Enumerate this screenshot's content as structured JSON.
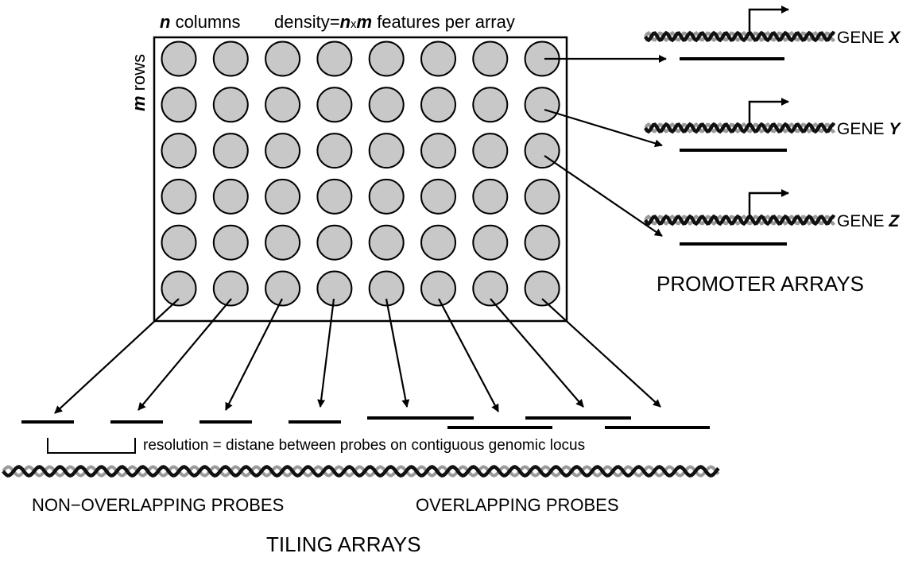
{
  "array": {
    "columns_n": "n",
    "columns_word": " columns",
    "density_prefix": "density=",
    "density_n": "n",
    "density_x": "x",
    "density_m": "m",
    "density_suffix": " features per array",
    "rows_m": "m",
    "rows_word": " rows",
    "grid": {
      "rows": 6,
      "columns": 8
    },
    "spot_fill": "#c8c8c8"
  },
  "promoter": {
    "genes": [
      {
        "prefix": "GENE ",
        "letter": "X"
      },
      {
        "prefix": "GENE ",
        "letter": "Y"
      },
      {
        "prefix": "GENE ",
        "letter": "Z"
      }
    ],
    "title": "PROMOTER ARRAYS"
  },
  "tiling": {
    "resolution_note": "resolution = distane between probes on contiguous genomic locus",
    "non_overlapping_label": "NON−OVERLAPPING PROBES",
    "overlapping_label": "OVERLAPPING PROBES",
    "title": "TILING ARRAYS"
  },
  "colors": {
    "dna_dark": "#111111",
    "dna_light": "#9a9a9a",
    "spot": "#c8c8c8"
  }
}
